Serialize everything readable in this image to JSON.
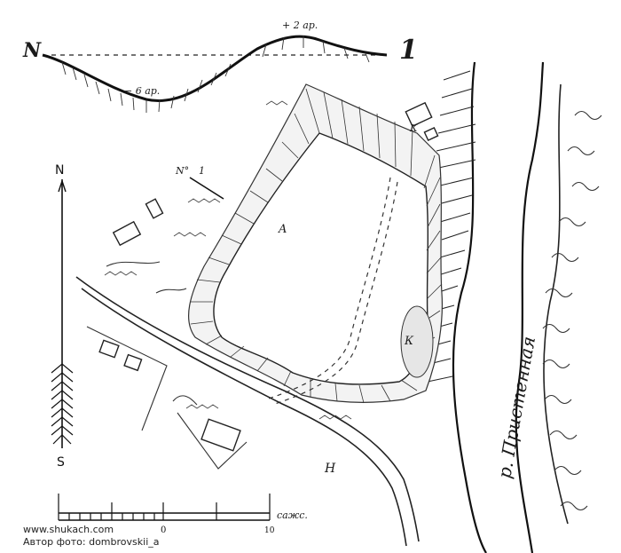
{
  "profile": {
    "left_label": "N",
    "right_label": "1",
    "top_mark": "+ 2 ар.",
    "bottom_mark": "− 6 ар."
  },
  "compass": {
    "north": "N",
    "south": "S"
  },
  "plan": {
    "section_label": "N°",
    "section_number": "1",
    "fort_letter": "A",
    "house_letter": "К",
    "pit_letter": "К",
    "bottom_letter": "Н",
    "river_label": "р. Пристенная"
  },
  "scale_bar": {
    "tick_zero": "0",
    "tick_ten": "10",
    "unit": "сажс."
  },
  "credits": {
    "site": "www.shukach.com",
    "author": "Автор фото: dombrovskii_a"
  }
}
